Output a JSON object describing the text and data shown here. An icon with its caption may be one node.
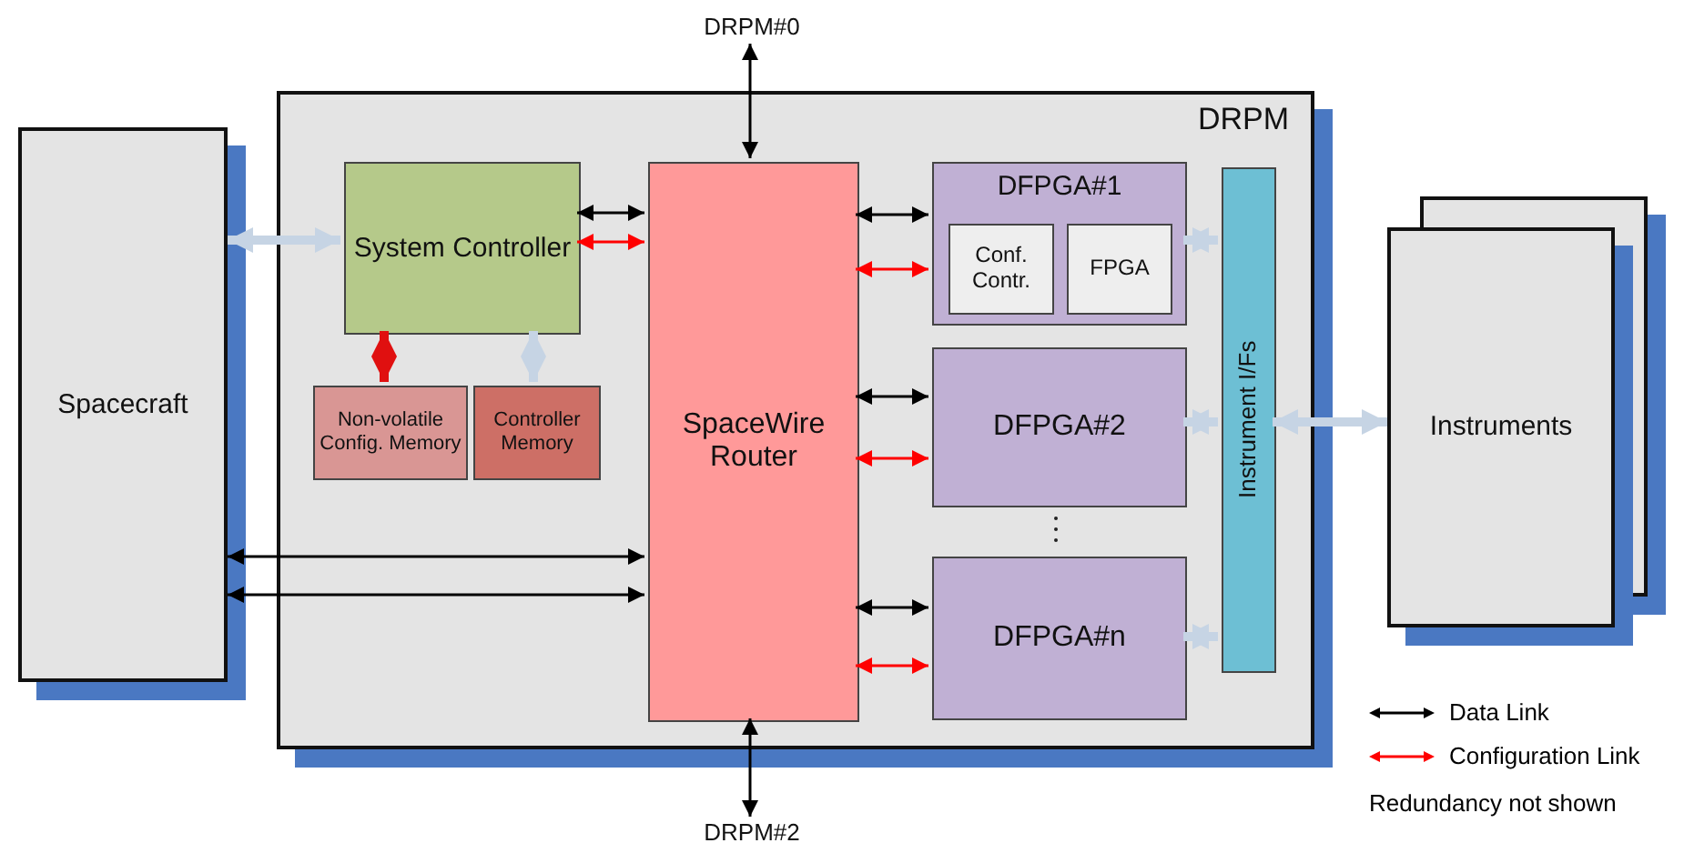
{
  "diagram": {
    "nodes": [
      {
        "text": [
          "DRPM#0"
        ]
      },
      {
        "text": [
          "Spacecraft"
        ]
      },
      {
        "text": [
          "DRPM"
        ]
      },
      {
        "text": [
          "System Controller"
        ],
        "in": 2
      },
      {
        "text": [
          "Non-volatile Config. Memory"
        ],
        "in": 2
      },
      {
        "text": [
          "Controller Memory"
        ],
        "in": 2
      },
      {
        "text": [
          "SpaceWire Router"
        ],
        "in": 2
      },
      {
        "text": [
          "DFPGA#1"
        ],
        "in": 2
      },
      {
        "text": [
          "Conf. Contr."
        ],
        "in": 7
      },
      {
        "text": [
          "FPGA"
        ],
        "in": 7
      },
      {
        "text": [
          "DFPGA#2"
        ],
        "in": 2
      },
      {
        "text": [
          "DFPGA#n"
        ],
        "in": 2
      },
      {
        "text": [
          "Instrument I/Fs"
        ],
        "in": 2
      },
      {
        "text": [
          "Instruments"
        ]
      },
      {
        "text": [
          "DRPM#2"
        ]
      }
    ],
    "edges": [
      {
        "from": 0,
        "to": 6,
        "arrow": "both"
      },
      {
        "from": 1,
        "to": 3,
        "arrow": "both",
        "style": "thick",
        "color": "#c6d4e4"
      },
      {
        "from": 3,
        "to": 6,
        "arrow": "both"
      },
      {
        "from": 3,
        "to": 6,
        "arrow": "both",
        "color": "#ff0000"
      },
      {
        "from": 3,
        "to": 4,
        "arrow": "both",
        "style": "thick",
        "color": "#e01010"
      },
      {
        "from": 3,
        "to": 5,
        "arrow": "both",
        "style": "thick",
        "color": "#c6d4e4"
      },
      {
        "from": 1,
        "to": 6,
        "arrow": "both"
      },
      {
        "from": 1,
        "to": 6,
        "arrow": "both"
      },
      {
        "from": 6,
        "to": 7,
        "arrow": "both"
      },
      {
        "from": 6,
        "to": 7,
        "arrow": "both",
        "color": "#ff0000"
      },
      {
        "from": 6,
        "to": 10,
        "arrow": "both"
      },
      {
        "from": 6,
        "to": 10,
        "arrow": "both",
        "color": "#ff0000"
      },
      {
        "from": 6,
        "to": 11,
        "arrow": "both"
      },
      {
        "from": 6,
        "to": 11,
        "arrow": "both",
        "color": "#ff0000"
      },
      {
        "from": 7,
        "to": 12,
        "arrow": "both",
        "style": "thick",
        "color": "#c6d4e4"
      },
      {
        "from": 10,
        "to": 12,
        "arrow": "both",
        "style": "thick",
        "color": "#c6d4e4"
      },
      {
        "from": 11,
        "to": 12,
        "arrow": "both",
        "style": "thick",
        "color": "#c6d4e4"
      },
      {
        "from": 12,
        "to": 13,
        "arrow": "both",
        "style": "thick",
        "color": "#c6d4e4"
      },
      {
        "from": 6,
        "to": 14,
        "arrow": "both"
      }
    ],
    "labels": [
      "Redundancy not shown"
    ],
    "legend": [
      {
        "text": "Data Link"
      },
      {
        "text": "Configuration Link"
      }
    ]
  }
}
